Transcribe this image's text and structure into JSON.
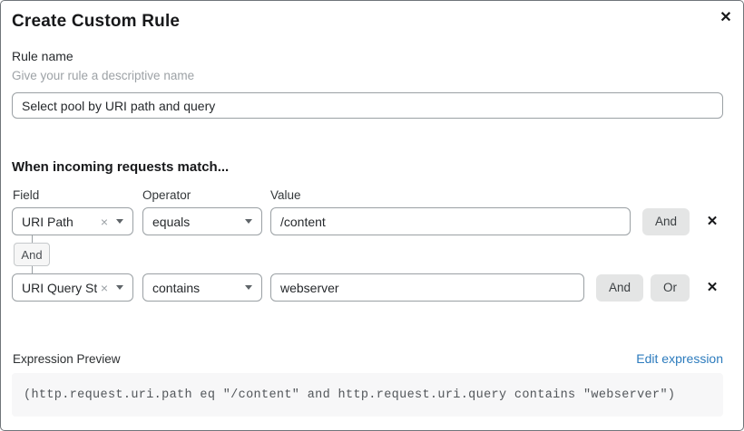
{
  "dialog": {
    "title": "Create Custom Rule"
  },
  "icons": {
    "close": "✕",
    "clear": "×",
    "remove": "✕"
  },
  "rule_name": {
    "label": "Rule name",
    "hint": "Give your rule a descriptive name",
    "value": "Select pool by URI path and query"
  },
  "match": {
    "heading": "When incoming requests match...",
    "columns": {
      "field": "Field",
      "operator": "Operator",
      "value": "Value"
    },
    "connector_label": "And",
    "rows": [
      {
        "field": "URI Path",
        "operator": "equals",
        "value": "/content",
        "and_label": "And"
      },
      {
        "field": "URI Query St...",
        "operator": "contains",
        "value": "webserver",
        "and_label": "And",
        "or_label": "Or"
      }
    ]
  },
  "preview": {
    "label": "Expression Preview",
    "edit_link": "Edit expression",
    "expression": "(http.request.uri.path eq \"/content\" and http.request.uri.query contains \"webserver\")"
  },
  "colors": {
    "link": "#2c7bbd",
    "logic_button_bg": "#e4e5e5",
    "code_bg": "#f7f7f8",
    "input_border": "#9aa0a4"
  }
}
